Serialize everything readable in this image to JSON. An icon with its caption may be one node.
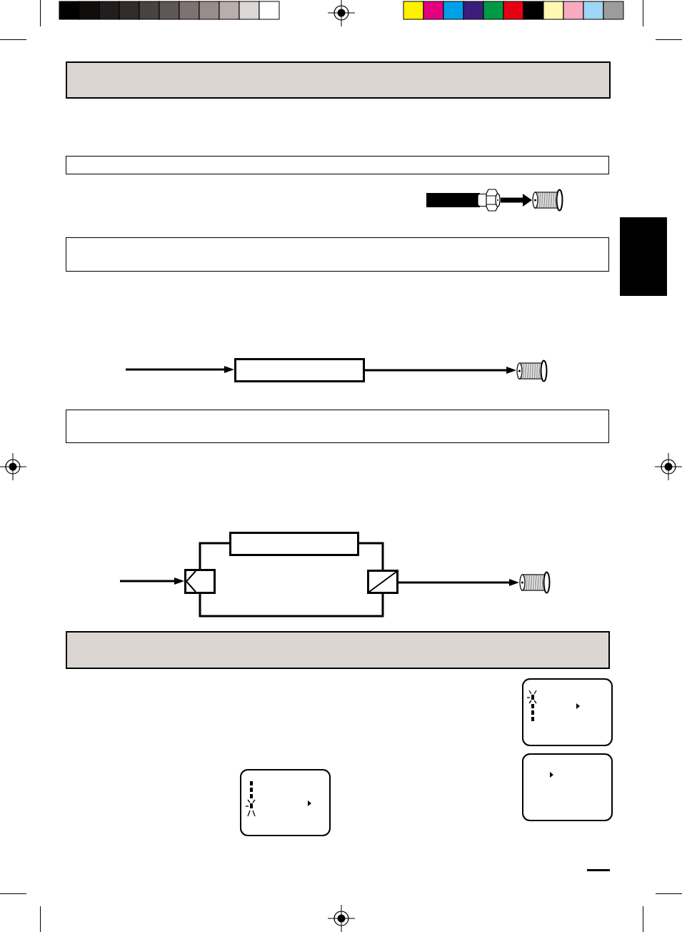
{
  "diagram": {
    "nodes": [
      {
        "text": [],
        "shape": "box"
      },
      {
        "text": [],
        "shape": "box"
      },
      {
        "text": [],
        "shape": "picture"
      },
      {
        "text": [],
        "shape": "picture"
      },
      {
        "text": [],
        "shape": "box"
      },
      {
        "text": [],
        "shape": "box"
      },
      {
        "text": [],
        "shape": "picture"
      },
      {
        "text": [],
        "shape": "box"
      },
      {
        "text": [],
        "shape": "box"
      },
      {
        "text": [],
        "shape": "box"
      },
      {
        "text": [],
        "shape": "box"
      },
      {
        "text": [],
        "shape": "picture"
      },
      {
        "text": [],
        "shape": "box"
      },
      {
        "text": [],
        "shape": "box"
      },
      {
        "text": [],
        "shape": "box"
      },
      {
        "text": [],
        "shape": "box"
      },
      {
        "text": [],
        "shape": "box"
      }
    ],
    "edges": [
      {
        "from": 2,
        "to": 3,
        "arrow": "to",
        "style": "thick"
      },
      {
        "from": null,
        "to": 5,
        "arrow": "to"
      },
      {
        "from": 5,
        "to": 6,
        "arrow": "to"
      },
      {
        "from": null,
        "to": 8,
        "arrow": "to"
      },
      {
        "from": 8,
        "to": 9,
        "arrow": "none"
      },
      {
        "from": 9,
        "to": 10,
        "arrow": "none"
      },
      {
        "from": 8,
        "to": 10,
        "arrow": "none"
      },
      {
        "from": 10,
        "to": 11,
        "arrow": "to"
      }
    ]
  }
}
